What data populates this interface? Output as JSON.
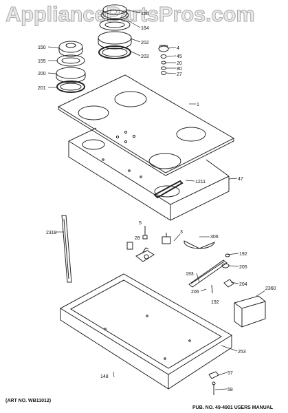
{
  "watermark": "AppliancePartsPros.com",
  "footer": {
    "art_no": "(ART NO. WB11012)",
    "pub_no": "PUB. NO. 49-4901 USERS MANUAL"
  },
  "callouts": {
    "c156": "156",
    "c164": "164",
    "c202": "202",
    "c203": "203",
    "c4": "4",
    "c45": "45",
    "c20": "20",
    "c80": "80",
    "c27": "27",
    "c150": "150",
    "c155": "155",
    "c200": "200",
    "c201": "201",
    "c1": "1",
    "c1211": "1211",
    "c47": "47",
    "c2318": "2318",
    "c5": "5",
    "c3": "3",
    "c306": "306",
    "c28": "28",
    "c192a": "192",
    "c205": "205",
    "c193": "193",
    "c204": "204",
    "c2360": "2360",
    "c206": "206",
    "c192b": "192",
    "c253": "253",
    "c148": "148",
    "c57": "57",
    "c58": "58"
  }
}
